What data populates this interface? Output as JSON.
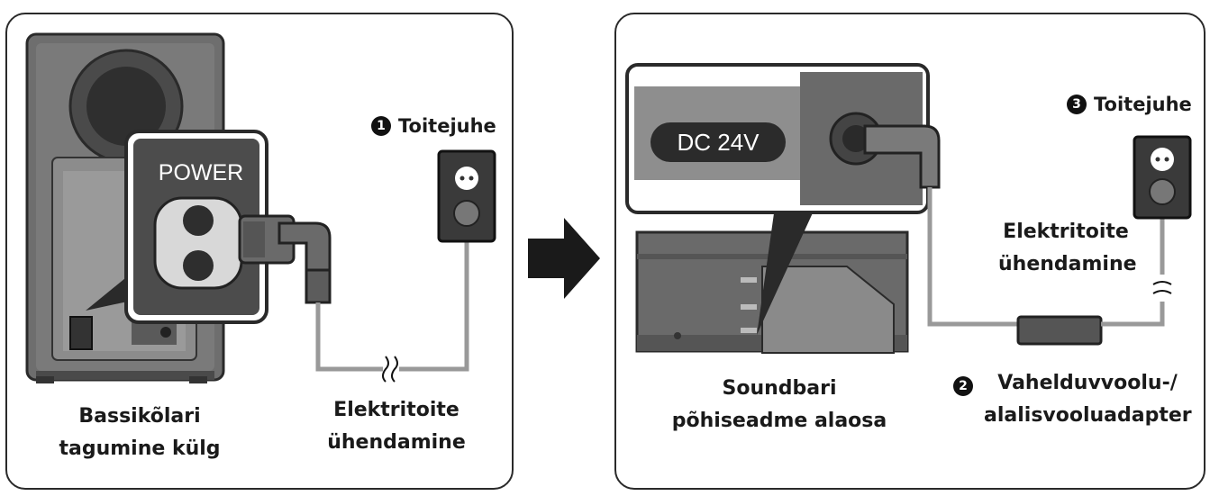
{
  "left_panel": {
    "power_label": "POWER",
    "tag_number": "1",
    "tag_label": "Toitejuhe",
    "connection_line1": "Elektritoite",
    "connection_line2": "ühendamine",
    "device_line1": "Bassikõlari",
    "device_line2": "tagumine külg"
  },
  "right_panel": {
    "dc_label": "DC 24V",
    "tag3_number": "3",
    "tag3_label": "Toitejuhe",
    "connection_line1": "Elektritoite",
    "connection_line2": "ühendamine",
    "device_line1": "Soundbari",
    "device_line2": "põhiseadme alaosa",
    "tag2_number": "2",
    "adapter_line1": "Vahelduvvoolu-/",
    "adapter_line2": "alalisvooluadapter"
  }
}
